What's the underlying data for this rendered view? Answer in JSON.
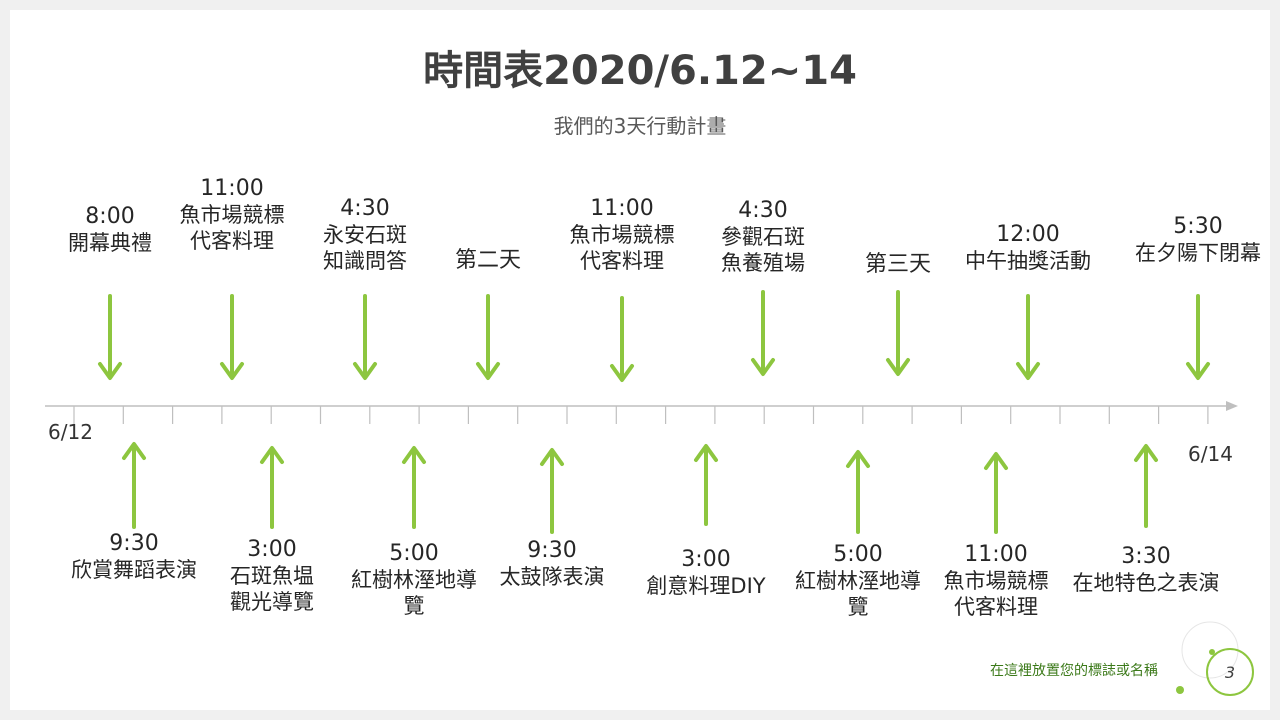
{
  "title": "時間表2020/6.12~14",
  "subtitle": "我們的3天行動計畫",
  "timeline": {
    "start_date": "6/12",
    "end_date": "6/14",
    "top_events": [
      {
        "lines": [
          "8:00",
          "開幕典禮"
        ]
      },
      {
        "lines": [
          "11:00",
          "魚市場競標",
          "代客料理"
        ]
      },
      {
        "lines": [
          "4:30",
          "永安石斑",
          "知識問答"
        ]
      },
      {
        "lines": [
          "第二天"
        ]
      },
      {
        "lines": [
          "11:00",
          "魚市場競標",
          "代客料理"
        ]
      },
      {
        "lines": [
          "4:30",
          "參觀石斑",
          "魚養殖場"
        ]
      },
      {
        "lines": [
          "第三天"
        ]
      },
      {
        "lines": [
          "12:00",
          "中午抽獎活動"
        ]
      },
      {
        "lines": [
          "5:30",
          "在夕陽下閉幕"
        ]
      }
    ],
    "bottom_events": [
      {
        "lines": [
          "9:30",
          "欣賞舞蹈表演"
        ]
      },
      {
        "lines": [
          "3:00",
          "石斑魚塭",
          "觀光導覽"
        ]
      },
      {
        "lines": [
          "5:00",
          "紅樹林溼地導",
          "覽"
        ]
      },
      {
        "lines": [
          "9:30",
          "太鼓隊表演"
        ]
      },
      {
        "lines": [
          "3:00",
          "創意料理DIY"
        ]
      },
      {
        "lines": [
          "5:00",
          "紅樹林溼地導",
          "覽"
        ]
      },
      {
        "lines": [
          "11:00",
          "魚市場競標",
          "代客料理"
        ]
      },
      {
        "lines": [
          "3:30",
          "在地特色之表演"
        ]
      }
    ]
  },
  "footer": {
    "logo_text": "在這裡放置您的標誌或名稱",
    "page_number": "3"
  },
  "colors": {
    "arrow": "#8dc63f",
    "axis": "#bfbfbf",
    "text": "#262626"
  }
}
